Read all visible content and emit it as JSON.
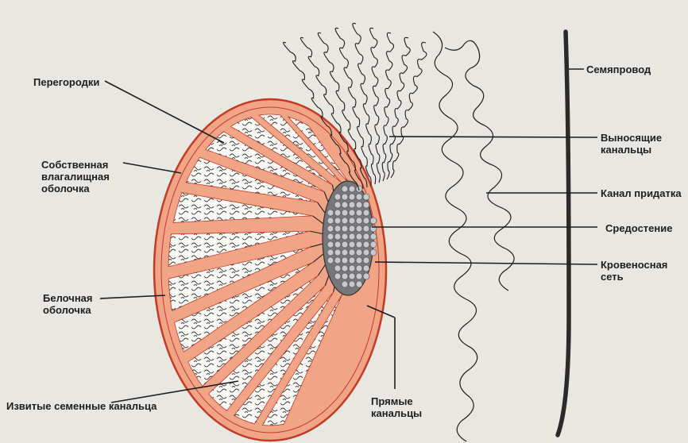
{
  "labels": {
    "septa": "Перегородки",
    "tunica_vaginalis": [
      "Собственная",
      "влагалищная",
      "оболочка"
    ],
    "tunica_albuginea": [
      "Белочная",
      "оболочка"
    ],
    "seminiferous_tubules": "Извитые семенные канальца",
    "straight_tubules": [
      "Прямые",
      "канальцы"
    ],
    "vas_deferens": "Семяпровод",
    "efferent_ducts": [
      "Выносящие",
      "канальцы"
    ],
    "epididymis_duct": "Канал придатка",
    "mediastinum": "Средостение",
    "rete_testis": [
      "Кровеносная",
      "сеть"
    ]
  },
  "colors": {
    "background": "#e9e7e2",
    "capsule_fill": "#f2a487",
    "capsule_stroke": "#c23c23",
    "lobule_fill": "#fbfaf7",
    "ink": "#1e1e1e",
    "mediastinum_fill": "#77777a",
    "mediastinum_dot": "#c9c9cd"
  }
}
